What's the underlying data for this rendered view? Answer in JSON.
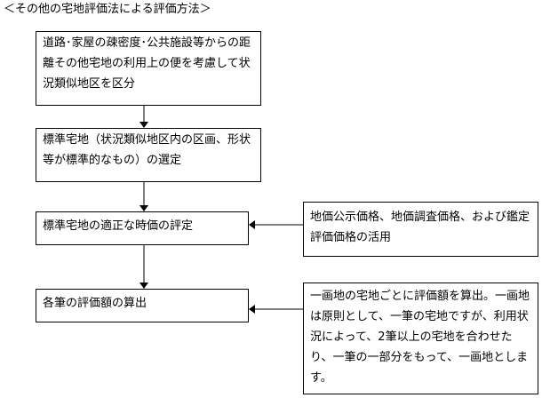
{
  "title": "＜その他の宅地評価法による評価方法＞",
  "steps": [
    "道路･家屋の疎密度･公共施設等からの距離その他宅地の利用上の便を考慮して状況類似地区を区分",
    "標準宅地（状況類似地区内の区画、形状等が標準的なもの）の選定",
    "標準宅地の適正な時価の評定",
    "各筆の評価額の算出"
  ],
  "notes": [
    "地価公示価格、地価調査価格、および鑑定評価価格の活用",
    "一画地の宅地ごとに評価額を算出。一画地は原則として、一筆の宅地ですが、利用状況によって、2筆以上の宅地を合わせたり、一筆の一部分をもって、一画地とします。"
  ]
}
